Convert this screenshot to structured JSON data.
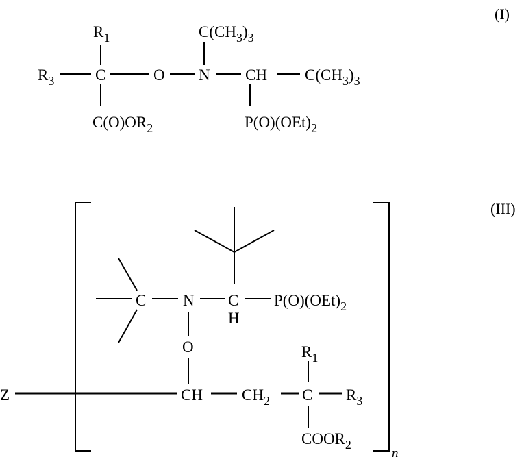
{
  "formula_I": {
    "label": "(I)",
    "atoms": {
      "r1": "R1",
      "r3": "R3",
      "c": "C",
      "o": "O",
      "n": "N",
      "ch": "CH",
      "tbu_right": "C(CH3)3",
      "tbu_top": "C(CH3)3",
      "ester": "C(O)OR2",
      "phosphonate": "P(O)(OEt)2"
    }
  },
  "formula_III": {
    "label": "(III)",
    "repeat_index": "n",
    "atoms": {
      "z": "Z",
      "c_tbu": "C",
      "n": "N",
      "c": "C",
      "h": "H",
      "phosphonate": "P(O)(OEt)2",
      "o": "O",
      "ch": "CH",
      "ch2": "CH2",
      "c2": "C",
      "r1": "R1",
      "r3": "R3",
      "ester": "COOR2"
    }
  }
}
